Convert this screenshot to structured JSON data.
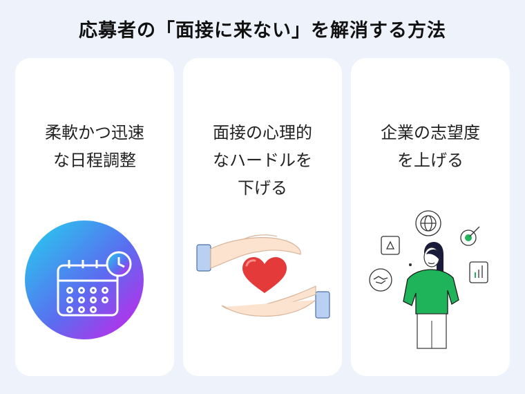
{
  "title": "応募者の「面接に来ない」を解消する方法",
  "cards": [
    {
      "lines": [
        "柔軟かつ迅速",
        "な日程調整"
      ],
      "icon": "calendar-clock-icon"
    },
    {
      "lines": [
        "面接の心理的",
        "なハードルを",
        "下げる"
      ],
      "icon": "hands-heart-icon"
    },
    {
      "lines": [
        "企業の志望度",
        "を上げる"
      ],
      "icon": "person-ideas-icon"
    }
  ],
  "colors": {
    "background": "#eef2fb",
    "card": "#ffffff",
    "gradient_start": "#22d3ee",
    "gradient_end": "#d11fe8",
    "heart": "#e43a3a",
    "sweater": "#1fb45a"
  }
}
